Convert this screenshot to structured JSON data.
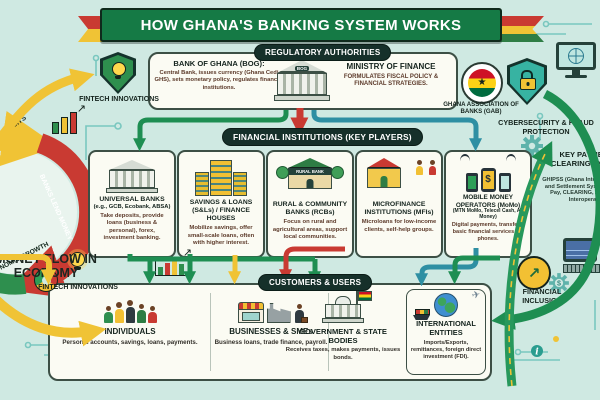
{
  "title": "HOW GHANA'S BANKING SYSTEM WORKS",
  "regulatory": {
    "header": "REGULATORY AUTHORITIES",
    "bog": {
      "title": "BANK OF GHANA (BOG):",
      "desc": "Central Bank, issues currency (Ghana Cedi GHS), sets monetary policy, regulates financial institutions.",
      "icon_label": "BOG"
    },
    "mof": {
      "title": "MINISTRY OF FINANCE",
      "desc": "FORMULATES FISCAL POLICY & FINANCIAL STRATEGIES."
    },
    "gab": {
      "label": "GHANA ASSOCIATION OF BANKS (GAB)"
    }
  },
  "institutions": {
    "header": "FINANCIAL INSTITUTIONS (KEY PLAYERS)",
    "items": [
      {
        "title": "UNIVERSAL BANKS",
        "subtitle": "(e.g., GCB, Ecobank, ABSA)",
        "desc": "Take deposits, provide loans (business & personal), forex, investment banking."
      },
      {
        "title": "SAVINGS & LOANS (S&Ls) / FINANCE HOUSES",
        "subtitle": "",
        "desc": "Mobilize savings, offer small-scale loans, often with higher interest."
      },
      {
        "title": "RURAL & COMMUNITY BANKS (RCBs)",
        "subtitle": "",
        "desc": "Focus on rural and agricultural areas, support local communities.",
        "sign": "RURAL BANK"
      },
      {
        "title": "MICROFINANCE INSTITUTIONS (MFIs)",
        "subtitle": "",
        "desc": "Microloans for low-income clients, self-help groups."
      },
      {
        "title": "MOBILE MONEY OPERATORS (MoMo)",
        "subtitle": "(MTN MoMo, Telecel Cash, AT Money)",
        "desc": "Digital payments, transfers, basic financial services via phones.",
        "screen_symbol": "$"
      }
    ]
  },
  "customers": {
    "header": "CUSTOMERS & USERS",
    "items": [
      {
        "title": "INDIVIDUALS",
        "desc": "Personal accounts, savings, loans, payments."
      },
      {
        "title": "BUSINESSES & SMEs",
        "desc": "Business loans, trade finance, payroll."
      },
      {
        "title": "GOVERNMENT & STATE BODIES",
        "desc": "Receives taxes, makes payments, issues bonds."
      },
      {
        "title": "INTERNATIONAL ENTITIES",
        "desc": "Imports/Exports, remittances, foreign direct investment (FDI)."
      }
    ]
  },
  "money_flow": {
    "center": "MONEY FLOW IN ECONOMY",
    "arc_deposits": "DEPOSITS",
    "arc_lend": "BANKS LEND MONEY",
    "arc_growth": "ECONOMIC GROWTH"
  },
  "sides": {
    "fintech_top": "FINTECH INNOVATIONS",
    "fintech_bottom": "FINTECH INNOVATIONS",
    "cybersecurity": "CYBERSECURITY & FRAUD PROTECTION",
    "payments_title": "KEY PAYMENT & CLEARING SYSTEMS",
    "payments_desc": "GHIPSS (Ghana Interbank Payment and Settlement Systems): Instant Pay, CLEARING, ACH, Money Interoperability",
    "financial_inclusion": "FINANCIAL INCLUSION"
  },
  "colors": {
    "background": "#cfe9e2",
    "banner_green": "#157a45",
    "pill_dark": "#16302a",
    "flag_red": "#ce1126",
    "flag_gold": "#fcd116",
    "flag_green": "#006b3f",
    "arrow_yellow": "#f0c335",
    "arrow_red": "#c93a32",
    "arrow_green": "#1e8e52",
    "teal_circuit": "#79c7bf"
  }
}
